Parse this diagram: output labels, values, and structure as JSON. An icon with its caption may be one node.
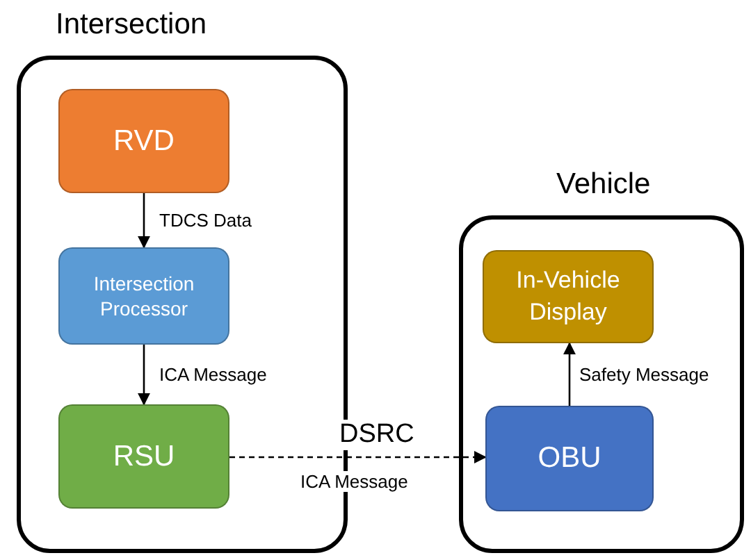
{
  "diagram": {
    "nodes": [
      {
        "text": [
          "Intersection"
        ]
      },
      {
        "text": [
          "RVD"
        ],
        "in": 0
      },
      {
        "text": [
          "Intersection Processor"
        ],
        "in": 0
      },
      {
        "text": [
          "RSU"
        ],
        "in": 0
      },
      {
        "text": [
          "Vehicle"
        ]
      },
      {
        "text": [
          "In-Vehicle Display"
        ],
        "in": 4
      },
      {
        "text": [
          "OBU"
        ],
        "in": 4
      }
    ],
    "edges": [
      {
        "from": 1,
        "to": 2,
        "arrow": "to",
        "label": "TDCS Data"
      },
      {
        "from": 2,
        "to": 3,
        "arrow": "to",
        "label": "ICA Message"
      },
      {
        "from": 3,
        "to": 6,
        "arrow": "to",
        "label": "ICA Message",
        "style": "dashed"
      },
      {
        "from": 6,
        "to": 5,
        "arrow": "to",
        "label": "Safety Message"
      }
    ],
    "labels": [
      "DSRC"
    ]
  }
}
